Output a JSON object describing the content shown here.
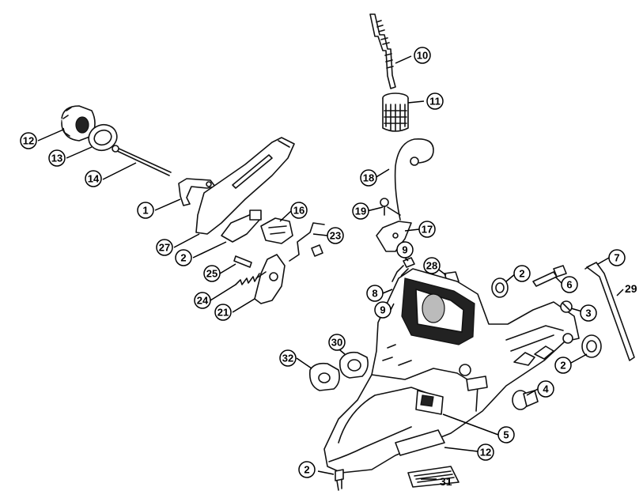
{
  "callouts": [
    {
      "label": "10"
    },
    {
      "label": "11"
    },
    {
      "label": "12"
    },
    {
      "label": "13"
    },
    {
      "label": "14"
    },
    {
      "label": "1"
    },
    {
      "label": "27"
    },
    {
      "label": "2"
    },
    {
      "label": "16"
    },
    {
      "label": "23"
    },
    {
      "label": "18"
    },
    {
      "label": "19"
    },
    {
      "label": "17"
    },
    {
      "label": "9"
    },
    {
      "label": "28"
    },
    {
      "label": "25"
    },
    {
      "label": "24"
    },
    {
      "label": "21"
    },
    {
      "label": "8"
    },
    {
      "label": "9"
    },
    {
      "label": "2"
    },
    {
      "label": "7"
    },
    {
      "label": "6"
    },
    {
      "label": "3"
    },
    {
      "label": "30"
    },
    {
      "label": "32"
    },
    {
      "label": "2"
    },
    {
      "label": "4"
    },
    {
      "label": "5"
    },
    {
      "label": "12"
    },
    {
      "label": "2"
    }
  ],
  "plain_labels": [
    {
      "label": "29"
    },
    {
      "label": "31"
    }
  ]
}
